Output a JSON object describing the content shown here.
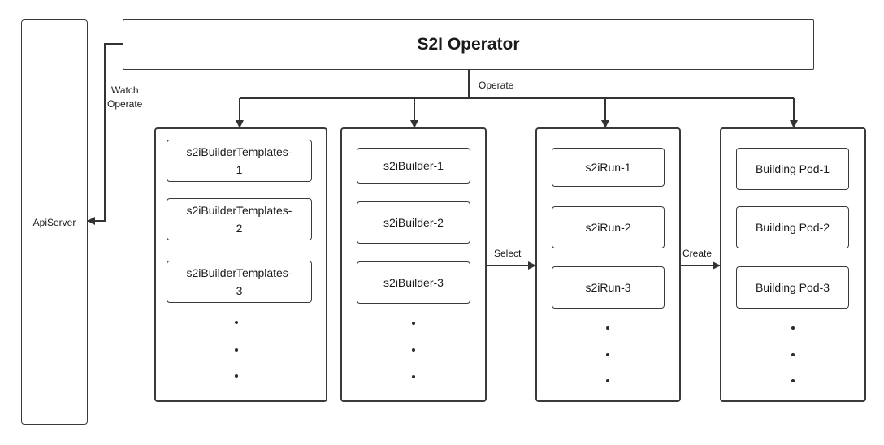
{
  "operator": {
    "title": "S2I Operator"
  },
  "api_server": {
    "label": "ApiServer"
  },
  "edges": {
    "watch_operate": [
      "Watch",
      "Operate"
    ],
    "operate": "Operate",
    "select": "Select",
    "create": "Create"
  },
  "templates": [
    "s2iBuilderTemplates-\n1",
    "s2iBuilderTemplates-\n2",
    "s2iBuilderTemplates-\n3"
  ],
  "builders": [
    "s2iBuilder-1",
    "s2iBuilder-2",
    "s2iBuilder-3"
  ],
  "runs": [
    "s2iRun-1",
    "s2iRun-2",
    "s2iRun-3"
  ],
  "pods": [
    "Building Pod-1",
    "Building Pod-2",
    "Building Pod-3"
  ],
  "line_color": "#333333"
}
